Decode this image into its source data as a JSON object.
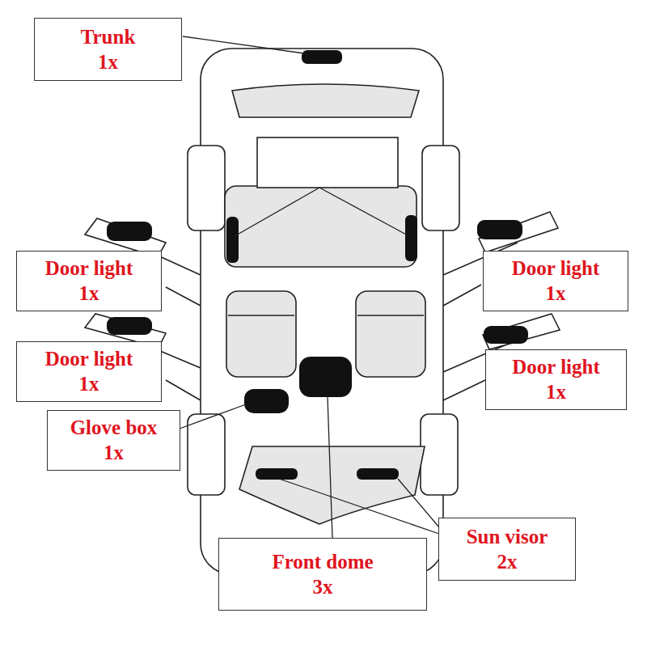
{
  "diagram": {
    "nodes": [
      {
        "text": [
          "Trunk",
          "1x"
        ]
      },
      {
        "text": [
          "Door light",
          "1x"
        ]
      },
      {
        "text": [
          "Door light",
          "1x"
        ]
      },
      {
        "text": [
          "Door light",
          "1x"
        ]
      },
      {
        "text": [
          "Door light",
          "1x"
        ]
      },
      {
        "text": [
          "Glove box",
          "1x"
        ]
      },
      {
        "text": [
          "Sun visor",
          "2x"
        ]
      },
      {
        "text": [
          "Front dome",
          "3x"
        ]
      }
    ]
  }
}
